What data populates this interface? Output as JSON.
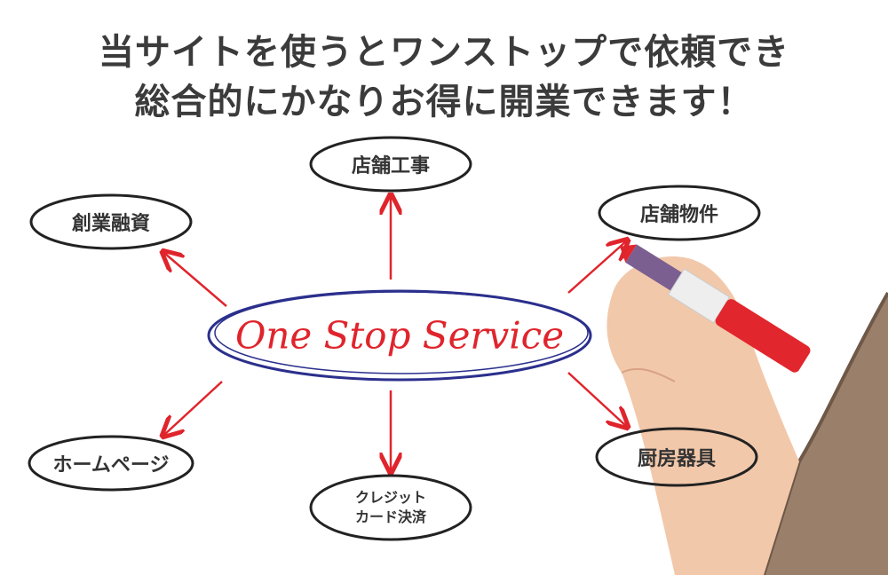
{
  "headline": {
    "line1": "当サイトを使うとワンストップで依頼でき",
    "line2": "総合的にかなりお得に開業できます！"
  },
  "center": {
    "label": "One Stop Service"
  },
  "nodes": {
    "construction": "店舗工事",
    "financing": "創業融資",
    "property": "店舗物件",
    "homepage": "ホームページ",
    "payment_line1": "クレジット",
    "payment_line2": "カード決済",
    "kitchen": "厨房器具"
  },
  "colors": {
    "arrow": "#e0242c",
    "center_ring": "#2b2f8c",
    "text": "#3b3b3b"
  }
}
